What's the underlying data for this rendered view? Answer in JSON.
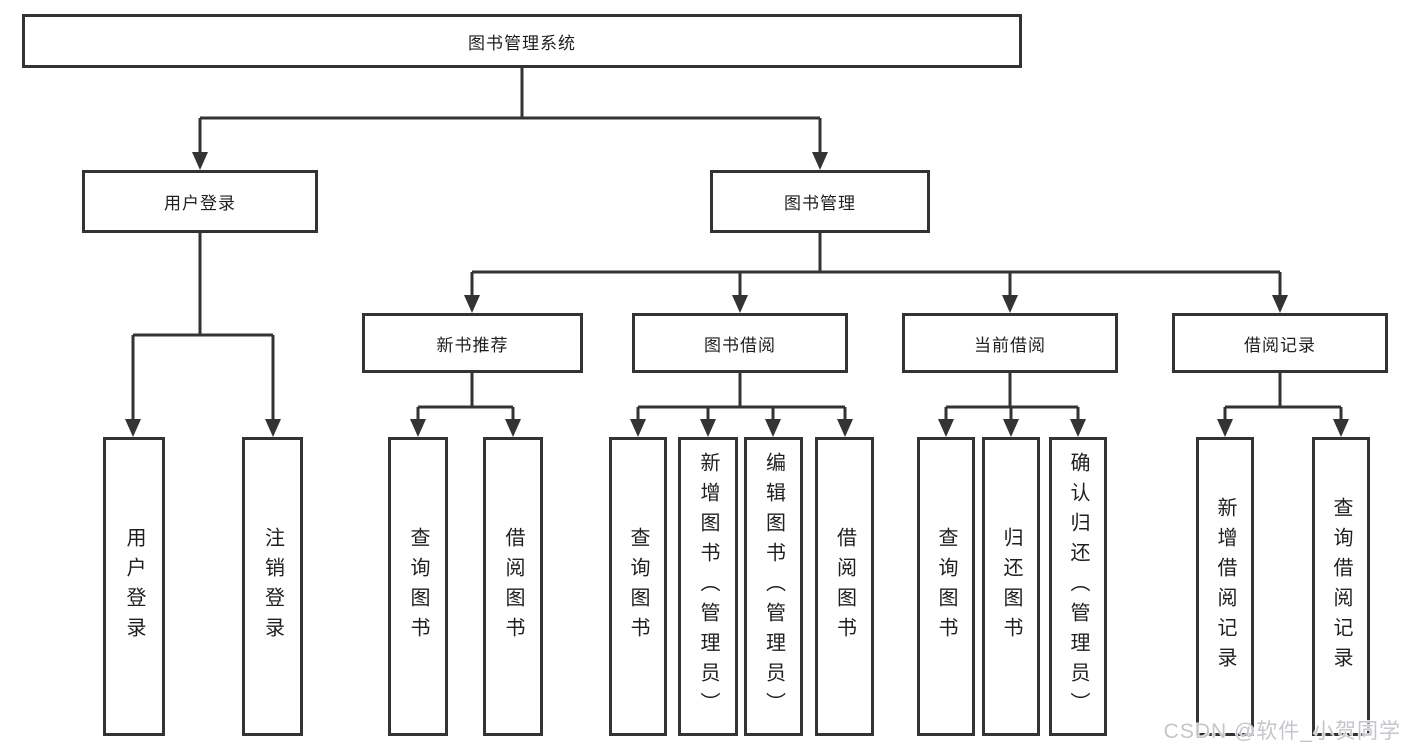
{
  "root": {
    "label": "图书管理系统"
  },
  "level2": {
    "user_login": {
      "label": "用户登录"
    },
    "book_management": {
      "label": "图书管理"
    }
  },
  "level3": {
    "new_book": {
      "label": "新书推荐"
    },
    "book_borrow": {
      "label": "图书借阅"
    },
    "current_borrow": {
      "label": "当前借阅"
    },
    "borrow_records": {
      "label": "借阅记录"
    }
  },
  "leaves": {
    "user_login": [
      "用户登录",
      "注销登录"
    ],
    "new_book": [
      "查询图书",
      "借阅图书"
    ],
    "book_borrow": [
      "查询图书",
      "新增图书（管理员）",
      "编辑图书（管理员）",
      "借阅图书"
    ],
    "current_borrow": [
      "查询图书",
      "归还图书",
      "确认归还（管理员）"
    ],
    "borrow_records": [
      "新增借阅记录",
      "查询借阅记录"
    ]
  },
  "watermark": {
    "text": "CSDN @软件_小贺同学"
  },
  "colors": {
    "line": "#333333",
    "box_border": "#333333",
    "text": "#1f1f1f",
    "background": "#ffffff",
    "watermark": "#c3c6cb"
  }
}
